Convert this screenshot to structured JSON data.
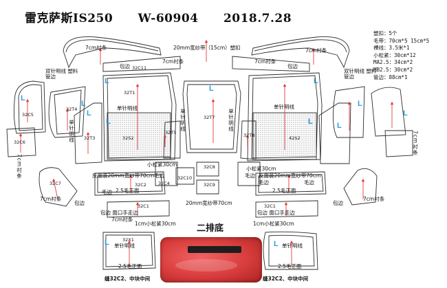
{
  "header": {
    "model": "雷克萨斯IS250",
    "code": "W-60904",
    "date": "2018.7.28"
  },
  "specs": [
    "塑扣：5个",
    "毛带：70cm*5  15cm*5",
    "裸线：3.5米*1",
    "小松紧：30cm*12",
    "MA2.5：34cm*2",
    "MB2.5：30cm*2",
    "管边：88cm*1"
  ],
  "labels": {
    "trim_7cm": "7cm衬条",
    "mesh_15_buckle": "20mm宽纱带（15cm）塑扣",
    "binding": "包边",
    "double_needle_binding": "双针明线 塑料管边",
    "single_needle": "单针明线",
    "single_needle_v": "单针明线",
    "cm_trim_v": "7cm衬条",
    "reverse_mesh": "反面装20mm宽纱带70cm",
    "elastic_30": "小松紧30cm",
    "hair_strip": "毛边",
    "hair_seam": "2.5毛正面",
    "mesh_70": "20mm宽纱带70cm",
    "small_elastic_1": "1cm小松紧30cm",
    "baby_front_binding": "包边  面口手走边",
    "second_row": "二排底",
    "sew_note": "缝32C2、中块中间",
    "L": "L"
  },
  "parts": {
    "c11": "32C11",
    "t1": "32T1",
    "t4": "32T4",
    "c5": "32C5",
    "t6": "32C6",
    "t3": "32T3",
    "s2": "32S2",
    "t5": "32T5",
    "t7": "32T7",
    "t8": "32T8",
    "c7": "32C7",
    "c2": "32C2",
    "c4": "32C4",
    "c10": "32C10",
    "c8": "32C8",
    "c9": "32C9",
    "c1": "32C1",
    "x1": "32X1",
    "s2b": "42S2"
  },
  "colors": {
    "outline": "#2b2b2b",
    "arrow": "#e23b3b",
    "letter": "#2aa0e0",
    "photo": "#d83c3c"
  }
}
